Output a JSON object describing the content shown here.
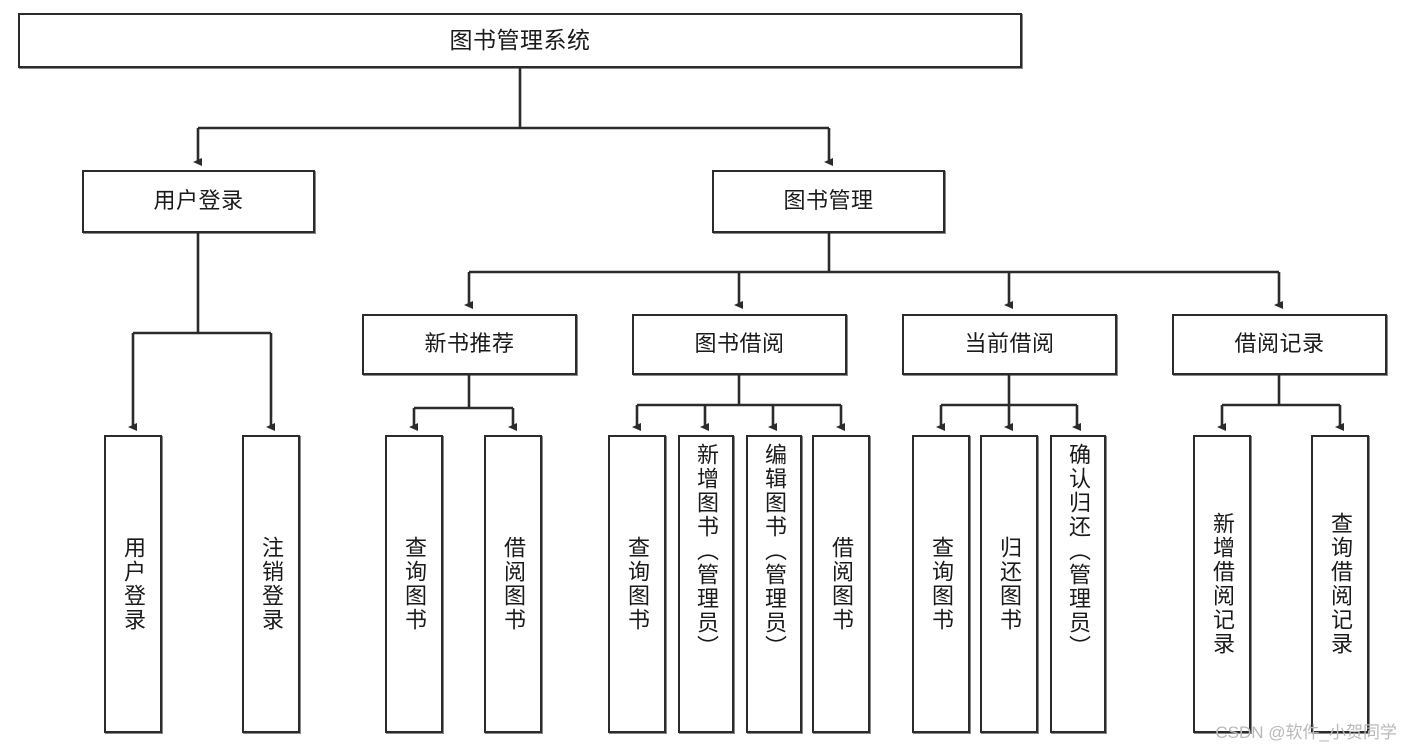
{
  "diagram": {
    "title": "图书管理系统",
    "type": "tree-hierarchy",
    "orientation": "top-down",
    "line_color": "#2b2b2b",
    "box_fill": "#ffffff",
    "box_border": "#2b2b2b",
    "text_color": "#1a1a1a"
  },
  "nodes": {
    "root": {
      "label": "图书管理系统"
    },
    "level2": [
      {
        "label": "用户登录"
      },
      {
        "label": "图书管理"
      }
    ],
    "level3": [
      {
        "label": "新书推荐"
      },
      {
        "label": "图书借阅"
      },
      {
        "label": "当前借阅"
      },
      {
        "label": "借阅记录"
      }
    ],
    "leaves": {
      "user_login": [
        {
          "label": "用户登录"
        },
        {
          "label": "注销登录"
        }
      ],
      "new_book_recommend": [
        {
          "label": "查询图书"
        },
        {
          "label": "借阅图书"
        }
      ],
      "book_borrow": [
        {
          "label": "查询图书"
        },
        {
          "label": "新增图书（管理员）"
        },
        {
          "label": "编辑图书（管理员）"
        },
        {
          "label": "借阅图书"
        }
      ],
      "current_borrow": [
        {
          "label": "查询图书"
        },
        {
          "label": "归还图书"
        },
        {
          "label": "确认归还（管理员）"
        }
      ],
      "borrow_record": [
        {
          "label": "新增借阅记录"
        },
        {
          "label": "查询借阅记录"
        }
      ]
    }
  },
  "watermark": {
    "text": "CSDN @软件_小贺同学"
  }
}
